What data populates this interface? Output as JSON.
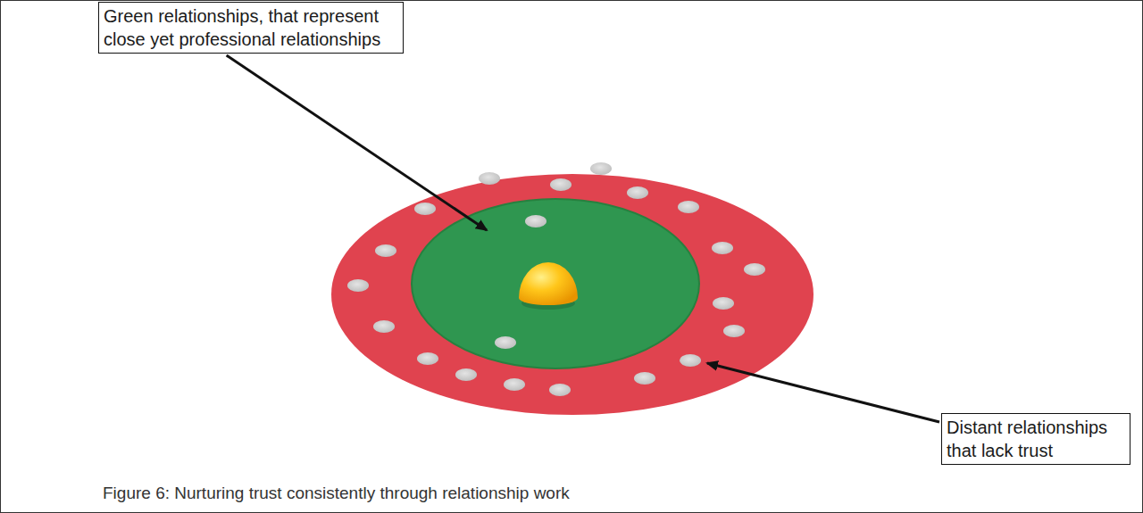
{
  "diagram": {
    "caption": "Figure 6: Nurturing trust consistently through relationship work",
    "nodes": [
      {
        "text": [
          "Green relationships, that represent close yet professional relationships"
        ]
      },
      {
        "text": [
          "Distant relationships that lack trust"
        ]
      }
    ]
  }
}
